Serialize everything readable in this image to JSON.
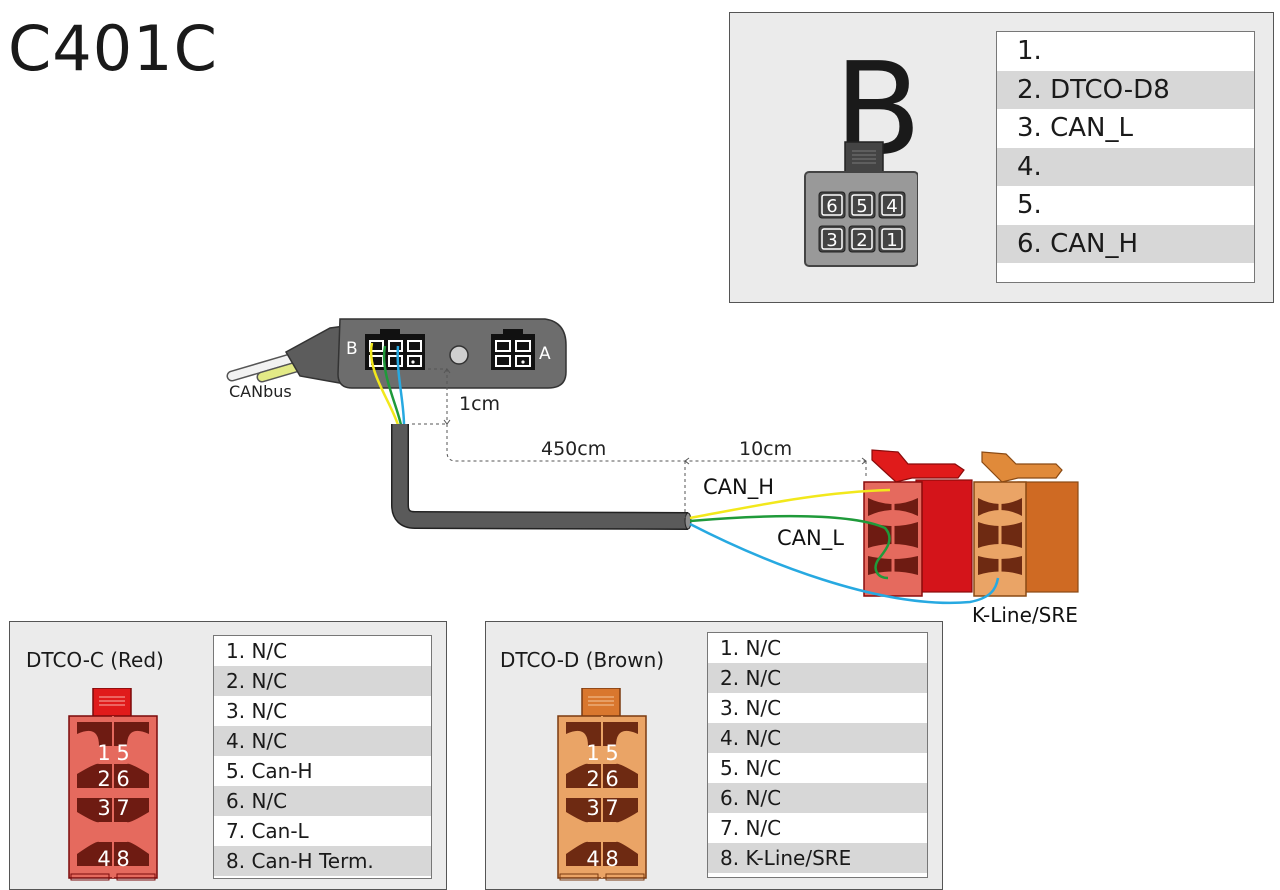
{
  "title": "C401C",
  "connector_b": {
    "letter": "B",
    "socket_pins": [
      "6",
      "5",
      "4",
      "3",
      "2",
      "1"
    ],
    "pins": [
      "1.",
      "2. DTCO-D8",
      "3. CAN_L",
      "4.",
      "5.",
      "6. CAN_H"
    ]
  },
  "device": {
    "port_b": "B",
    "port_a": "A",
    "cable_label": "CANbus"
  },
  "dimensions": {
    "vertical": "1cm",
    "long": "450cm",
    "short": "10cm"
  },
  "wires": {
    "can_h": "CAN_H",
    "can_l": "CAN_L",
    "kline": "K-Line/SRE"
  },
  "colors": {
    "yellow_wire": "#f2e81c",
    "green_wire": "#1f9a3a",
    "blue_wire": "#27a9e1",
    "red_connector": "#e01b1b",
    "brown_connector": "#d9772e",
    "cable": "#3a3a3a"
  },
  "dtco_c": {
    "title": "DTCO-C (Red)",
    "pin_numbers": [
      "1",
      "5",
      "2",
      "6",
      "3",
      "7",
      "4",
      "8"
    ],
    "pins": [
      "1. N/C",
      "2. N/C",
      "3. N/C",
      "4. N/C",
      "5. Can-H",
      "6. N/C",
      "7. Can-L",
      "8. Can-H Term."
    ]
  },
  "dtco_d": {
    "title": "DTCO-D (Brown)",
    "pin_numbers": [
      "1",
      "5",
      "2",
      "6",
      "3",
      "7",
      "4",
      "8"
    ],
    "pins": [
      "1. N/C",
      "2. N/C",
      "3. N/C",
      "4. N/C",
      "5. N/C",
      "6. N/C",
      "7. N/C",
      "8. K-Line/SRE"
    ]
  }
}
